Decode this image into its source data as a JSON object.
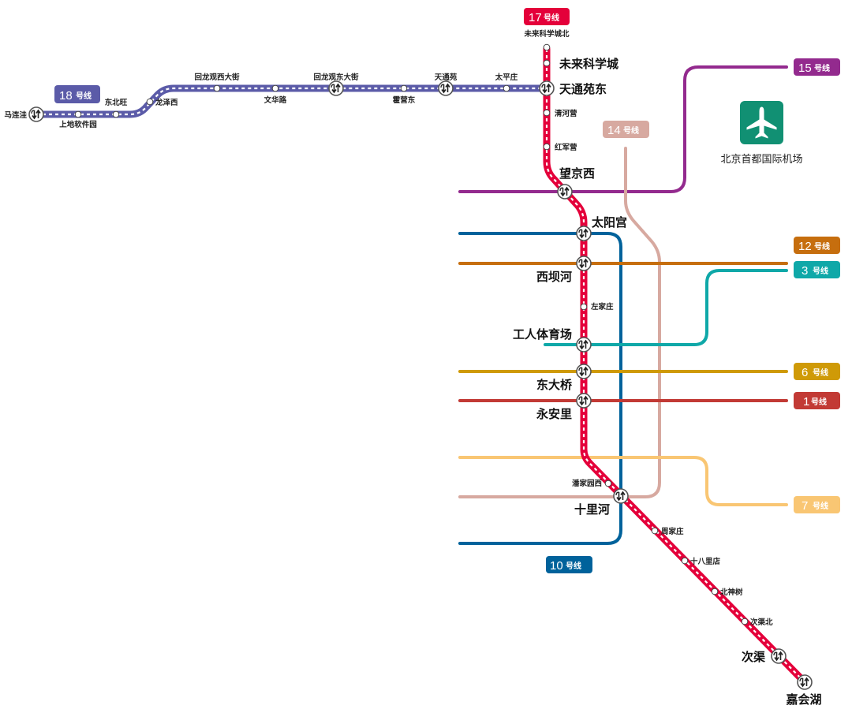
{
  "map_title": "北京地铁17号线线路图",
  "lines": {
    "l17": {
      "number": "17",
      "suffix": "号线",
      "color": "#E4003A"
    },
    "l18": {
      "number": "18",
      "suffix": "号线",
      "color": "#5B5BA8"
    },
    "l15": {
      "number": "15",
      "suffix": "号线",
      "color": "#932A8E"
    },
    "l14": {
      "number": "14",
      "suffix": "号线",
      "color": "#D7A9A0"
    },
    "l12": {
      "number": "12",
      "suffix": "号线",
      "color": "#C66E0E"
    },
    "l3": {
      "number": "3",
      "suffix": "号线",
      "color": "#0FA8A8"
    },
    "l6": {
      "number": "6",
      "suffix": "号线",
      "color": "#CF9A07"
    },
    "l1": {
      "number": "1",
      "suffix": "号线",
      "color": "#C23A35"
    },
    "l7": {
      "number": "7",
      "suffix": "号线",
      "color": "#F9C673"
    },
    "l10": {
      "number": "10",
      "suffix": "号线",
      "color": "#00629B"
    }
  },
  "stations": {
    "line18": {
      "malianwa": "马连洼",
      "shangdiruanjianyuan": "上地软件园",
      "dongbeiwang": "东北旺",
      "longzexi": "龙泽西",
      "huilongguanxidajie": "回龙观西大街",
      "wenhualu": "文华路",
      "huilongguandongdajie": "回龙观东大街",
      "huoyingdong": "霍营东",
      "tiantongyuan": "天通苑",
      "taipingzhuang": "太平庄"
    },
    "line17": {
      "weilaikexuechengbei": "未来科学城北",
      "weilaikexuecheng": "未来科学城",
      "tiantongyuandong": "天通苑东",
      "qinghéying": "清河营",
      "hongjunying": "红军营",
      "wangjingxi": "望京西",
      "taiyanggong": "太阳宫",
      "xibahe": "西坝河",
      "zuojiazhuang": "左家庄",
      "gongrentiyuchang": "工人体育场",
      "dongdaqiao": "东大桥",
      "yonganli": "永安里",
      "panjiayuanxi": "潘家园西",
      "shilihe": "十里河",
      "zhoujiazhuang": "周家庄",
      "shibalidian": "十八里店",
      "beishenshu": "北神树",
      "ciqubei": "次渠北",
      "ciqu": "次渠",
      "jiahuihu": "嘉会湖"
    }
  },
  "airport": {
    "label": "北京首都国际机场",
    "icon": "airplane-icon",
    "color": "#119073"
  }
}
